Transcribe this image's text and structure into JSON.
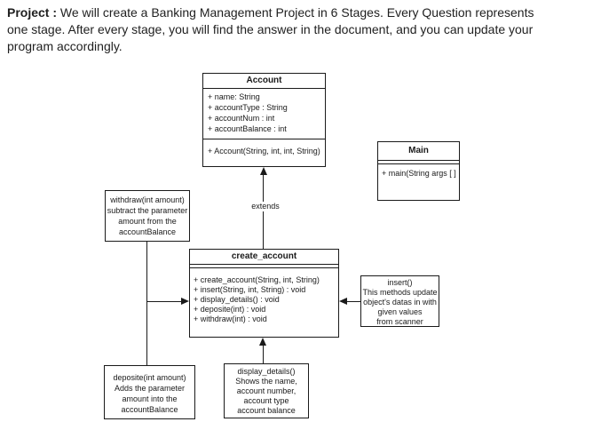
{
  "header": {
    "label": "Project :",
    "line1": " We will create a Banking Management Project in 6 Stages. Every Question represents",
    "line2": "one stage. After every stage, you will find the answer in the document, and you can update your",
    "line3": "program accordingly."
  },
  "diagram": {
    "account": {
      "title": "Account",
      "attributes": [
        "+ name: String",
        "+ accountType : String",
        "+ accountNum : int",
        "+ accountBalance : int"
      ],
      "methods": [
        "+ Account(String, int, int, String)"
      ]
    },
    "main": {
      "title": "Main",
      "methods": [
        "+ main(String args [ ]"
      ]
    },
    "create_account": {
      "title": "create_account",
      "methods": [
        "+ create_account(String, int, String)",
        "+ insert(String, int, String) : void",
        "+ display_details() : void",
        "+ deposite(int) : void",
        "+ withdraw(int) : void"
      ]
    },
    "notes": {
      "withdraw": [
        "withdraw(int amount)",
        "subtract the parameter",
        "amount from the",
        "accountBalance"
      ],
      "insert": [
        "insert()",
        "This methods update",
        "object's datas in with",
        "given values",
        "from scanner"
      ],
      "deposite": [
        "deposite(int amount)",
        "Adds the parameter",
        "amount into the",
        "accountBalance"
      ],
      "display": [
        "display_details()",
        "Shows the name,",
        "account number,",
        "account type",
        "account balance"
      ]
    },
    "edge_label": "extends",
    "colors": {
      "line": "#1a1a1a",
      "background": "#ffffff",
      "text": "#1f1f1f"
    }
  }
}
